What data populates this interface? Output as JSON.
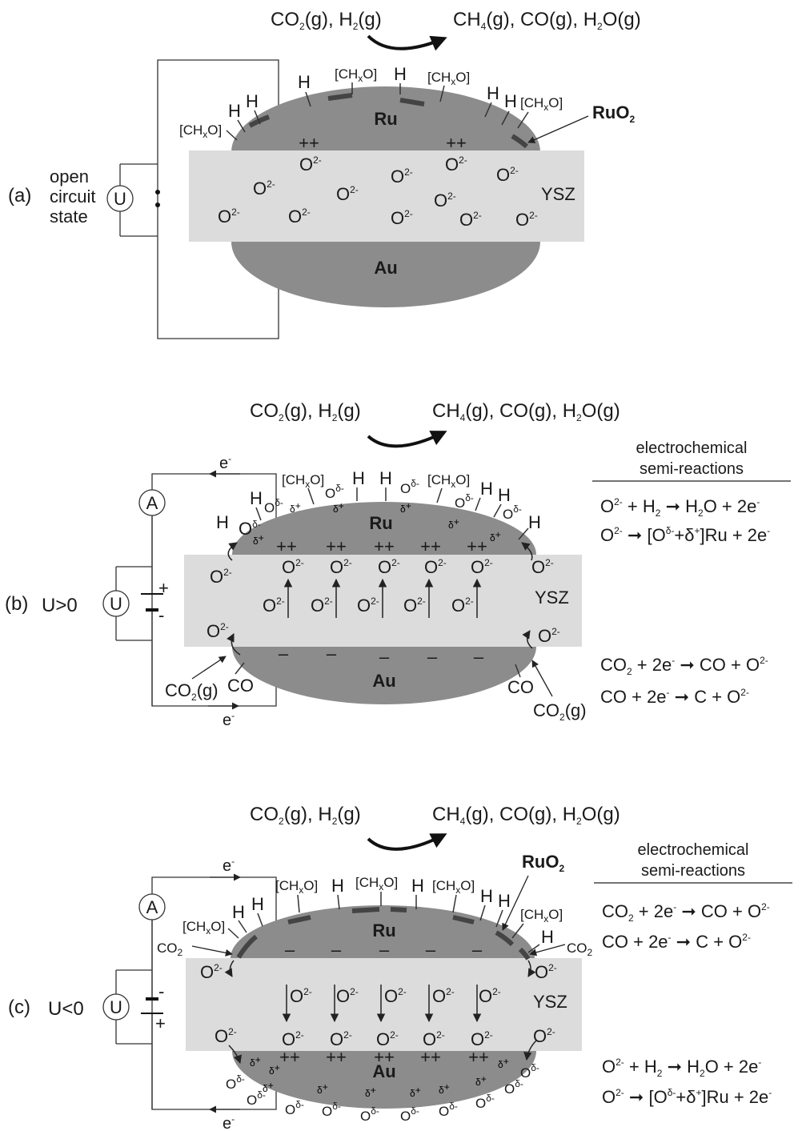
{
  "gas_reaction": {
    "reactants": "CO2(g), H2(g)",
    "products": "CH4(g), CO(g), H2O(g)"
  },
  "species": {
    "o2": "O2-",
    "h": "H",
    "chxo": "[CHxO]",
    "od": "Oδ-",
    "dplus": "δ+",
    "pp": "++",
    "mm": "–",
    "co": "CO",
    "co2": "CO2",
    "co2g": "CO2(g)",
    "e": "e-"
  },
  "electrodes": {
    "ru": "Ru",
    "au": "Au",
    "ysz": "YSZ",
    "ruo2": "RuO2"
  },
  "panels": {
    "a": {
      "label": "(a)",
      "state": [
        "open",
        "circuit",
        "state"
      ]
    },
    "b": {
      "label": "(b)",
      "voltage": "U>0"
    },
    "c": {
      "label": "(c)",
      "voltage": "U<0"
    }
  },
  "instruments": {
    "voltmeter": "U",
    "ammeter": "A",
    "plus": "+",
    "minus": "-"
  },
  "semi_reactions": {
    "title_line1": "electrochemical",
    "title_line2": "semi-reactions",
    "anodic_1": "O2- + H2 → H2O + 2e-",
    "anodic_2": "O2- → [Oδ-+δ+]Ru + 2e-",
    "cathodic_1": "CO2 + 2e- → CO + O2-",
    "cathodic_2": "CO + 2e- → C + O2-"
  }
}
